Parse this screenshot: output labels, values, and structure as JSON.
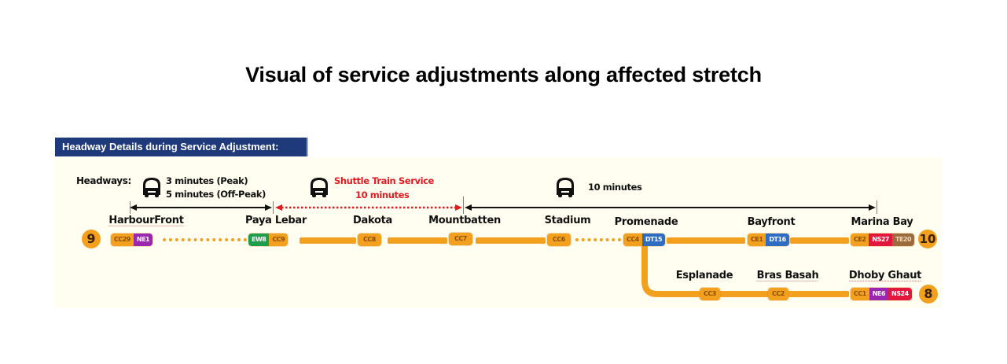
{
  "page_title": "Visual of service adjustments along affected stretch",
  "panel": {
    "header": "Headway Details during Service Adjustment:",
    "headways_label": "Headways:",
    "segments": [
      {
        "id": "harbourfront-payalebar",
        "line1": "3 minutes (Peak)",
        "line2": "5 minutes (Off-Peak)",
        "color": "#111111",
        "style": "solid"
      },
      {
        "id": "payalebar-mountbatten",
        "line1": "Shuttle Train Service",
        "line2": "10 minutes",
        "color": "#e31b23",
        "style": "dotted"
      },
      {
        "id": "mountbatten-marinabay",
        "line1": "10 minutes",
        "color": "#111111",
        "style": "solid"
      }
    ]
  },
  "line_colors": {
    "CC": "#f3a01e",
    "NE": "#9b26af",
    "EW": "#1e9e4a",
    "DT": "#2f6dc4",
    "NS": "#e3173e",
    "TE": "#9b6b3d",
    "CE": "#f3a01e"
  },
  "stations": {
    "harbourfront": {
      "name": "HarbourFront",
      "codes": [
        "CC29",
        "NE1"
      ]
    },
    "paya_lebar": {
      "name": "Paya Lebar",
      "codes": [
        "EW8",
        "CC9"
      ]
    },
    "dakota": {
      "name": "Dakota",
      "codes": [
        "CC8"
      ]
    },
    "mountbatten": {
      "name": "Mountbatten",
      "codes": [
        "CC7"
      ]
    },
    "stadium": {
      "name": "Stadium",
      "codes": [
        "CC6"
      ]
    },
    "promenade": {
      "name": "Promenade",
      "codes": [
        "CC4",
        "DT15"
      ]
    },
    "bayfront": {
      "name": "Bayfront",
      "codes": [
        "CE1",
        "DT16"
      ]
    },
    "marina_bay": {
      "name": "Marina Bay",
      "codes": [
        "CE2",
        "NS27",
        "TE20"
      ]
    },
    "esplanade": {
      "name": "Esplanade",
      "codes": [
        "CC3"
      ]
    },
    "bras_basah": {
      "name": "Bras Basah",
      "codes": [
        "CC2"
      ]
    },
    "dhoby_ghaut": {
      "name": "Dhoby Ghaut",
      "codes": [
        "CC1",
        "NE6",
        "NS24"
      ]
    }
  },
  "minutes_markers": {
    "left": "9",
    "right_top": "10",
    "right_bottom": "8"
  }
}
